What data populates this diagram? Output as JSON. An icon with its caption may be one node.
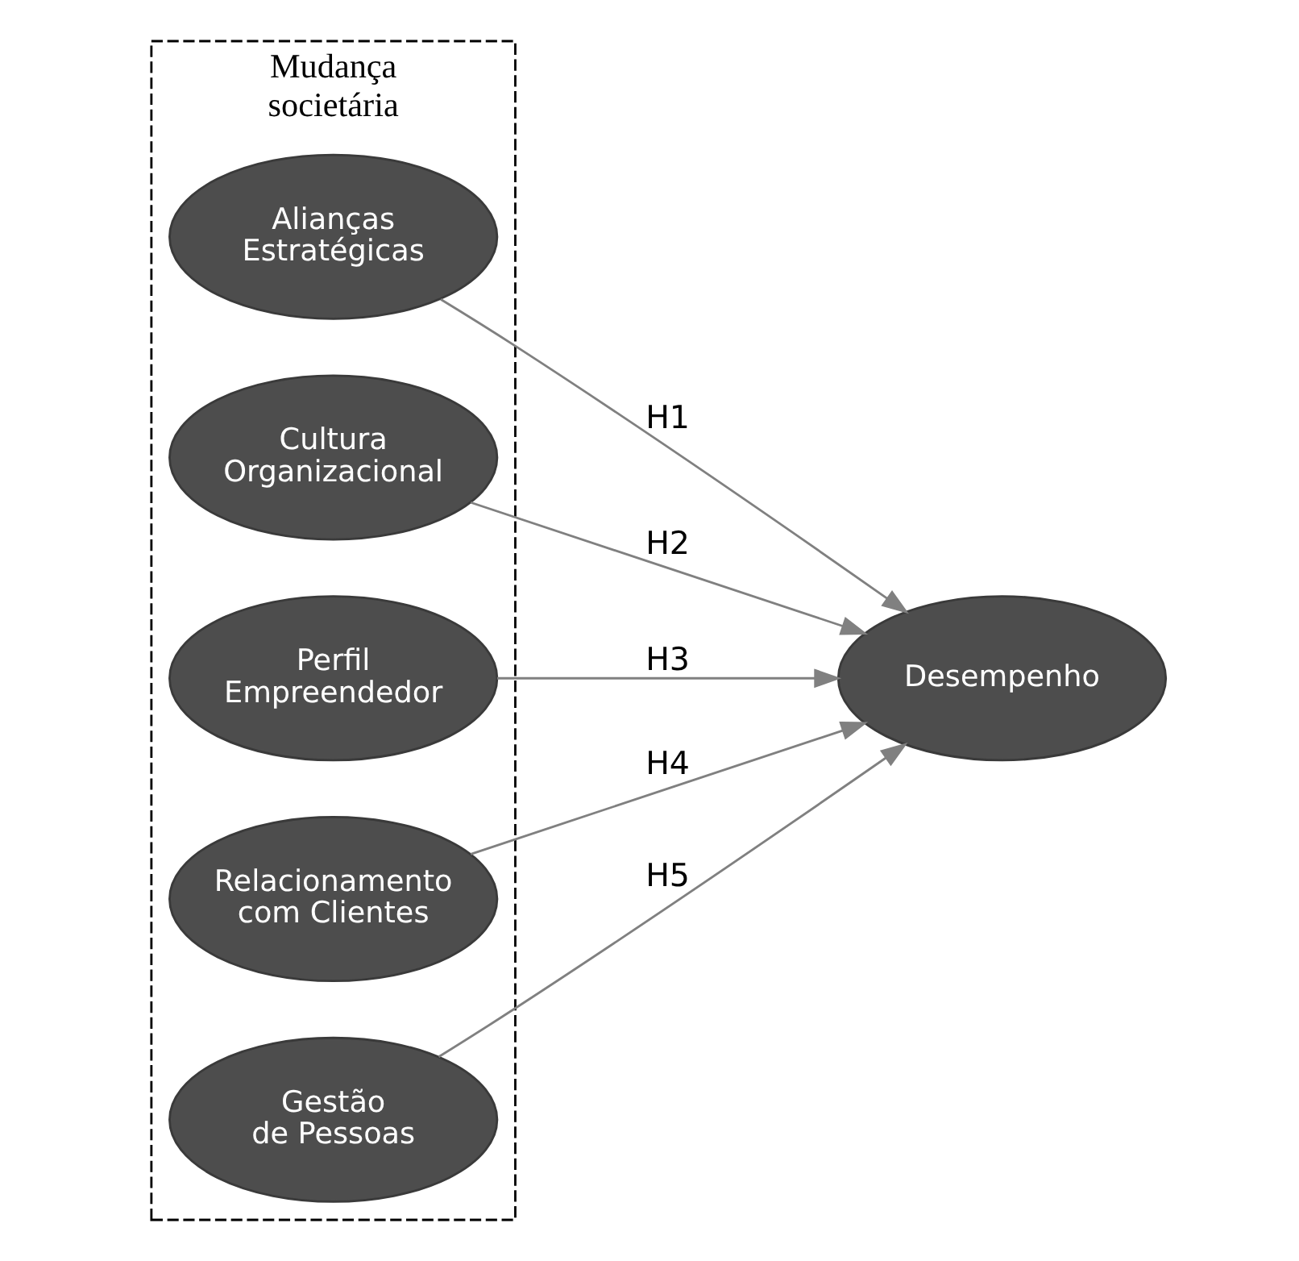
{
  "diagram": {
    "nodes": [
      {
        "text": [
          "Mudança societária"
        ]
      },
      {
        "text": [
          "Alianças Estratégicas"
        ],
        "in": 0
      },
      {
        "text": [
          "Cultura Organizacional"
        ],
        "in": 0
      },
      {
        "text": [
          "Perfil Empreendedor"
        ],
        "in": 0
      },
      {
        "text": [
          "Relacionamento com Clientes"
        ],
        "in": 0
      },
      {
        "text": [
          "Gestão de Pessoas"
        ],
        "in": 0
      },
      {
        "text": [
          "Desempenho"
        ]
      }
    ],
    "edges": [
      {
        "from": 1,
        "to": 6,
        "arrow": "to",
        "label": "H1"
      },
      {
        "from": 2,
        "to": 6,
        "arrow": "to",
        "label": "H2"
      },
      {
        "from": 3,
        "to": 6,
        "arrow": "to",
        "label": "H3"
      },
      {
        "from": 4,
        "to": 6,
        "arrow": "to",
        "label": "H4"
      },
      {
        "from": 5,
        "to": 6,
        "arrow": "to",
        "label": "H5"
      }
    ]
  }
}
